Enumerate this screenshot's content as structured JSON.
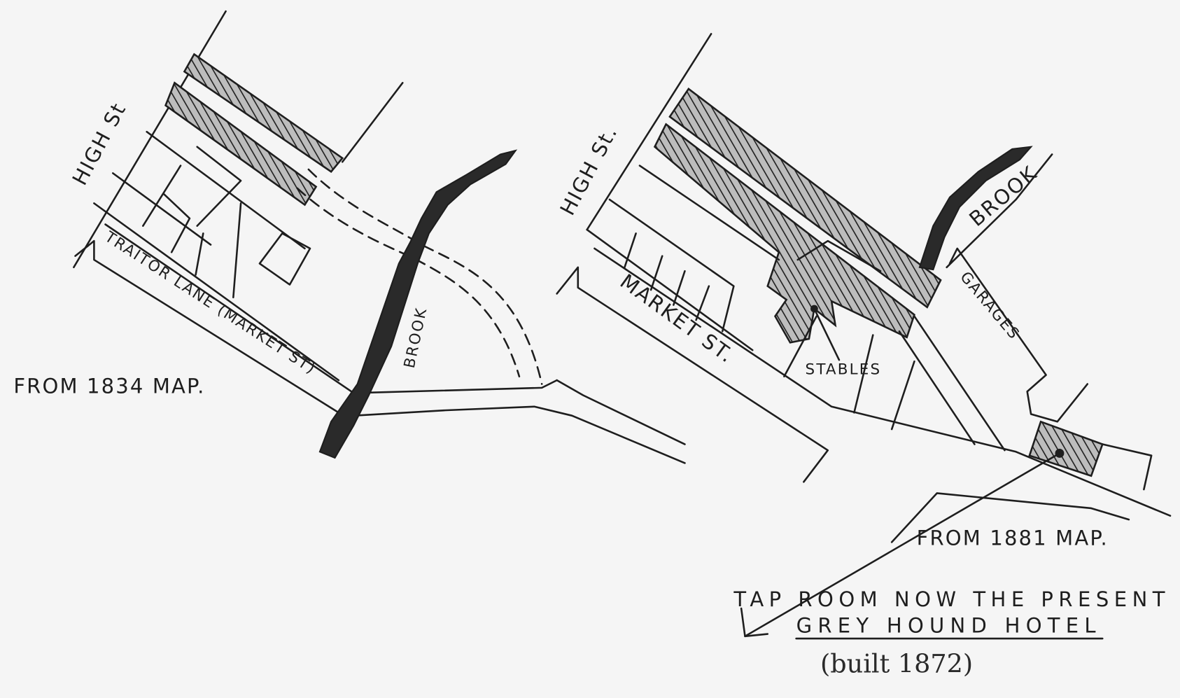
{
  "map_1834": {
    "high_street": "HIGH St",
    "traitor_lane": "TRAITOR LANE (MARKET ST)",
    "brook": "BROOK",
    "caption": "FROM 1834 MAP."
  },
  "map_1881": {
    "high_street": "HIGH St.",
    "market_street": "MARKET ST.",
    "stables": "STABLES",
    "brook": "BROOK",
    "garages": "GARAGES",
    "caption": "FROM 1881 MAP."
  },
  "annotation": {
    "line1": "TAP ROOM  NOW THE PRESENT",
    "line2": "GREY HOUND HOTEL",
    "line3": "(built 1872)"
  },
  "colors": {
    "ink": "#1e1e1e",
    "paper": "#f5f5f5"
  }
}
